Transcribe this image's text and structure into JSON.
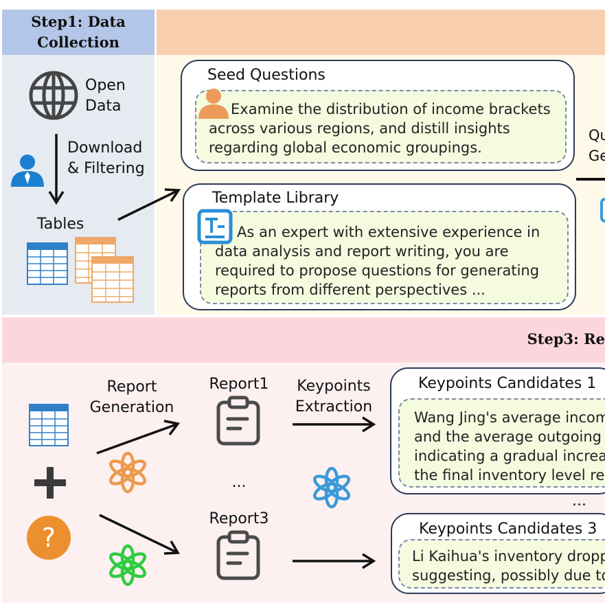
{
  "step1": {
    "title": "Step1: Data\nCollection",
    "open_data": "Open\nData",
    "download_filtering": "Download\n& Filtering",
    "tables": "Tables"
  },
  "step2": {
    "seed": {
      "title": "Seed Questions",
      "text": "Examine the distribution of income brackets\nacross various regions, and distill insights\nregarding global economic groupings."
    },
    "template": {
      "title": "Template Library",
      "text": "As an expert with extensive experience in\ndata analysis and report writing, you are\nrequired to propose questions for generating\nreports from different perspectives ..."
    },
    "question_generation_partial": "Qu\nGen"
  },
  "step3": {
    "title": "Step3: Re",
    "report_generation": "Report\nGeneration",
    "report1": "Report1",
    "report3": "Report3",
    "ellipsis": "...",
    "keypoints_extraction": "Keypoints\nExtraction",
    "candidates1": {
      "title": "Keypoints Candidates 1",
      "text": "Wang Jing's average incom\nand the average outgoing c\nindicating a gradual increas\nthe final inventory level rem"
    },
    "candidates3": {
      "title": "Keypoints Candidates 3",
      "text": "Li Kaihua's inventory dropp\nsuggesting, possibly due to"
    },
    "candidates_ellipsis": "..."
  },
  "colors": {
    "step1_header": "#b4c6e7",
    "step1_panel": "#e6ebf2",
    "step2_header": "#f8cfae",
    "step2_panel": "#fef9e8",
    "step3_header": "#fcd6dd",
    "step3_panel": "#fdf0f0",
    "openai_orange": "#ec9a4e",
    "openai_green": "#2ecc40",
    "openai_blue": "#3a9ad9",
    "question_orange": "#ec8f2e",
    "table_blue": "#2f80c8",
    "table_orange": "#eea86a"
  }
}
